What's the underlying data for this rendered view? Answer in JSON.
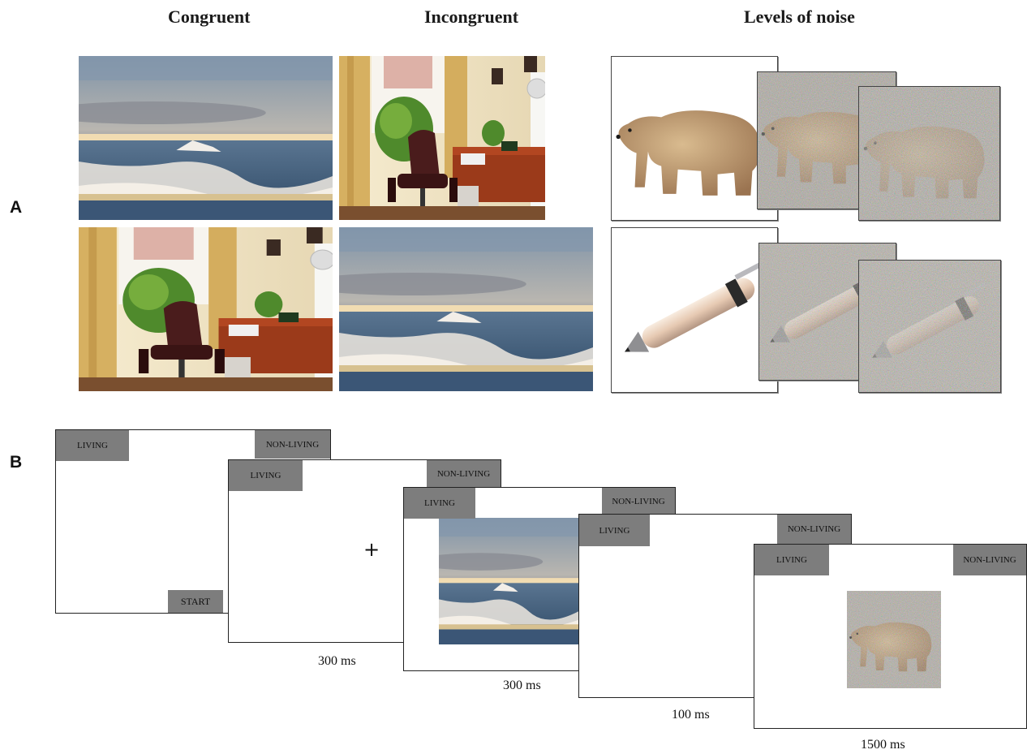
{
  "panel_a": {
    "letter": "A",
    "column_headers": [
      "Congruent",
      "Incongruent",
      "Levels of noise"
    ],
    "rows": [
      {
        "congruent": "polar-sea-scene",
        "incongruent": "office-scene",
        "noise_object": "polar-bear"
      },
      {
        "congruent": "office-scene",
        "incongruent": "polar-sea-scene",
        "noise_object": "pen"
      }
    ]
  },
  "panel_b": {
    "letter": "B",
    "screens": [
      {
        "left_label": "LIVING",
        "right_label": "NON-LIVING",
        "bottom_label": "START",
        "content": "blank",
        "timing": ""
      },
      {
        "left_label": "LIVING",
        "right_label": "NON-LIVING",
        "content": "fixation",
        "fixation": "+",
        "timing": "300 ms"
      },
      {
        "left_label": "LIVING",
        "right_label": "NON-LIVING",
        "content": "scene",
        "timing": "300 ms"
      },
      {
        "left_label": "LIVING",
        "right_label": "NON-LIVING",
        "content": "blank",
        "timing": "100 ms"
      },
      {
        "left_label": "LIVING",
        "right_label": "NON-LIVING",
        "content": "noisy-object",
        "timing": "1500 ms"
      }
    ]
  },
  "colors": {
    "response_box": "#7d7d7d",
    "sky": "#8fa3b5",
    "sea": "#3b5676",
    "ice": "#e9e4dc",
    "wall": "#efe3c2",
    "curtain": "#d6b061",
    "chair": "#4a1c1c",
    "desk": "#8a3416"
  }
}
